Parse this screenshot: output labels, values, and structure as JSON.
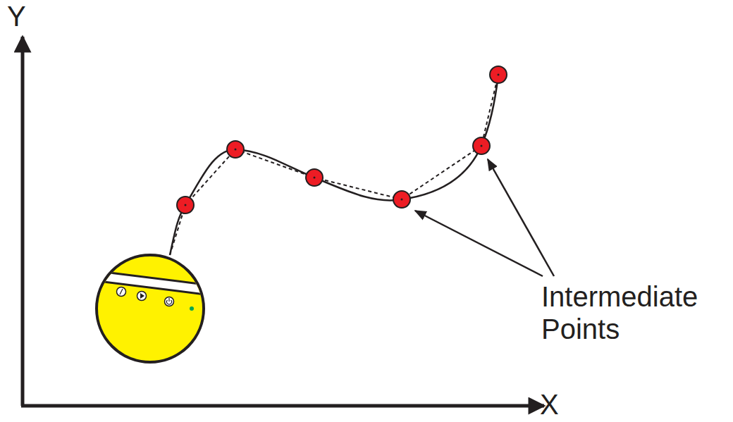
{
  "diagram": {
    "labels": [
      "Y",
      "X",
      "Intermediate Points"
    ]
  }
}
